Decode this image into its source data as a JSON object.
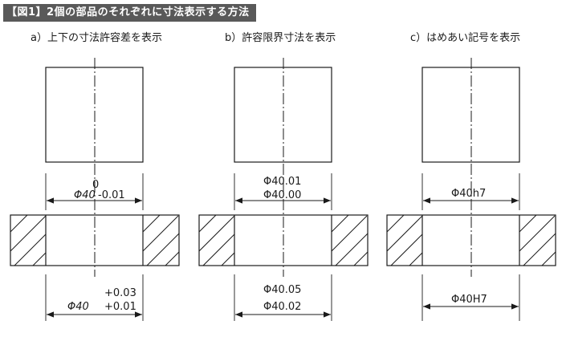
{
  "title": "【図1】2個の部品のそれぞれに寸法表示する方法",
  "panels": [
    {
      "caption": "a）上下の寸法許容差を表示",
      "shaft_label": "Φ40",
      "shaft_tol_upper": "0",
      "shaft_tol_lower": "-0.01",
      "hole_label": "Φ40",
      "hole_tol_upper": "+0.03",
      "hole_tol_lower": "+0.01"
    },
    {
      "caption": "b）許容限界寸法を表示",
      "shaft_line1": "Φ40.01",
      "shaft_line2": "Φ40.00",
      "hole_line1": "Φ40.05",
      "hole_line2": "Φ40.02"
    },
    {
      "caption": "c）はめあい記号を表示",
      "shaft_label": "Φ40h7",
      "hole_label": "Φ40H7"
    }
  ]
}
